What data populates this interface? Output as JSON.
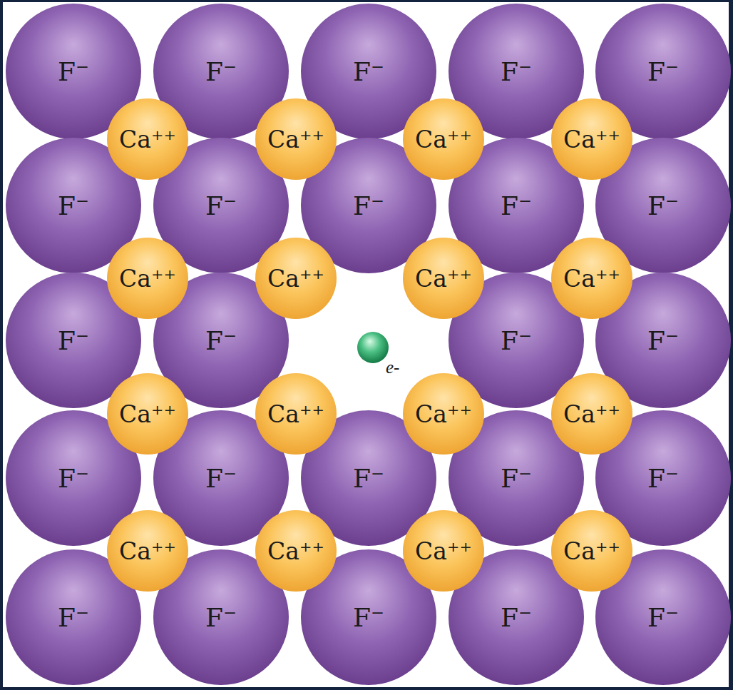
{
  "diagram": {
    "nodes": [
      {
        "text": [
          "F⁻"
        ]
      },
      {
        "text": [
          "F⁻"
        ]
      },
      {
        "text": [
          "F⁻"
        ]
      },
      {
        "text": [
          "F⁻"
        ]
      },
      {
        "text": [
          "F⁻"
        ]
      },
      {
        "text": [
          "Ca⁺⁺"
        ]
      },
      {
        "text": [
          "Ca⁺⁺"
        ]
      },
      {
        "text": [
          "Ca⁺⁺"
        ]
      },
      {
        "text": [
          "Ca⁺⁺"
        ]
      },
      {
        "text": [
          "F⁻"
        ]
      },
      {
        "text": [
          "F⁻"
        ]
      },
      {
        "text": [
          "F⁻"
        ]
      },
      {
        "text": [
          "F⁻"
        ]
      },
      {
        "text": [
          "F⁻"
        ]
      },
      {
        "text": [
          "Ca⁺⁺"
        ]
      },
      {
        "text": [
          "Ca⁺⁺"
        ]
      },
      {
        "text": [
          "Ca⁺⁺"
        ]
      },
      {
        "text": [
          "Ca⁺⁺"
        ]
      },
      {
        "text": [
          "F⁻"
        ]
      },
      {
        "text": [
          "F⁻"
        ]
      },
      {
        "text": [
          "e-"
        ]
      },
      {
        "text": [
          "F⁻"
        ]
      },
      {
        "text": [
          "F⁻"
        ]
      },
      {
        "text": [
          "Ca⁺⁺"
        ]
      },
      {
        "text": [
          "Ca⁺⁺"
        ]
      },
      {
        "text": [
          "Ca⁺⁺"
        ]
      },
      {
        "text": [
          "Ca⁺⁺"
        ]
      },
      {
        "text": [
          "F⁻"
        ]
      },
      {
        "text": [
          "F⁻"
        ]
      },
      {
        "text": [
          "F⁻"
        ]
      },
      {
        "text": [
          "F⁻"
        ]
      },
      {
        "text": [
          "F⁻"
        ]
      },
      {
        "text": [
          "Ca⁺⁺"
        ]
      },
      {
        "text": [
          "Ca⁺⁺"
        ]
      },
      {
        "text": [
          "Ca⁺⁺"
        ]
      },
      {
        "text": [
          "Ca⁺⁺"
        ]
      },
      {
        "text": [
          "F⁻"
        ]
      },
      {
        "text": [
          "F⁻"
        ]
      },
      {
        "text": [
          "F⁻"
        ]
      },
      {
        "text": [
          "F⁻"
        ]
      },
      {
        "text": [
          "F⁻"
        ]
      }
    ]
  }
}
